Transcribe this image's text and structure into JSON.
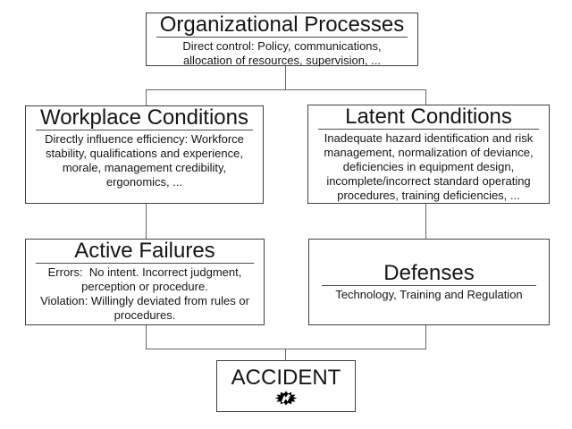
{
  "diagram": {
    "colors": {
      "background": "#ffffff",
      "border": "#404040",
      "rule": "#4d4d4d",
      "connector": "#666666",
      "text": "#151515",
      "icon_fill": "#000000",
      "icon_bolt": "#ffffff"
    },
    "boxes": {
      "organizational_processes": {
        "title": "Organizational Processes",
        "lines": [
          "Direct control: Policy, communications,",
          "allocation of resources, supervision, ..."
        ]
      },
      "workplace_conditions": {
        "title": "Workplace Conditions",
        "lines": [
          "Directly influence efficiency: Workforce",
          "stability, qualifications and experience,",
          "morale, management credibility,",
          "ergonomics, ..."
        ]
      },
      "latent_conditions": {
        "title": "Latent Conditions",
        "lines": [
          "Inadequate hazard identification and risk",
          "management, normalization of deviance,",
          "deficiencies in equipment design,",
          "incomplete/incorrect standard operating",
          "procedures, training deficiencies, ..."
        ]
      },
      "active_failures": {
        "title": "Active Failures",
        "lines": [
          "Errors:  No intent. Incorrect judgment,",
          "perception or procedure.",
          "Violation: Willingly deviated from rules or",
          "procedures."
        ]
      },
      "defenses": {
        "title": "Defenses",
        "lines": [
          "Technology, Training and Regulation"
        ]
      },
      "accident": {
        "title": "ACCIDENT",
        "icon": "explosion-burst-icon"
      }
    }
  }
}
